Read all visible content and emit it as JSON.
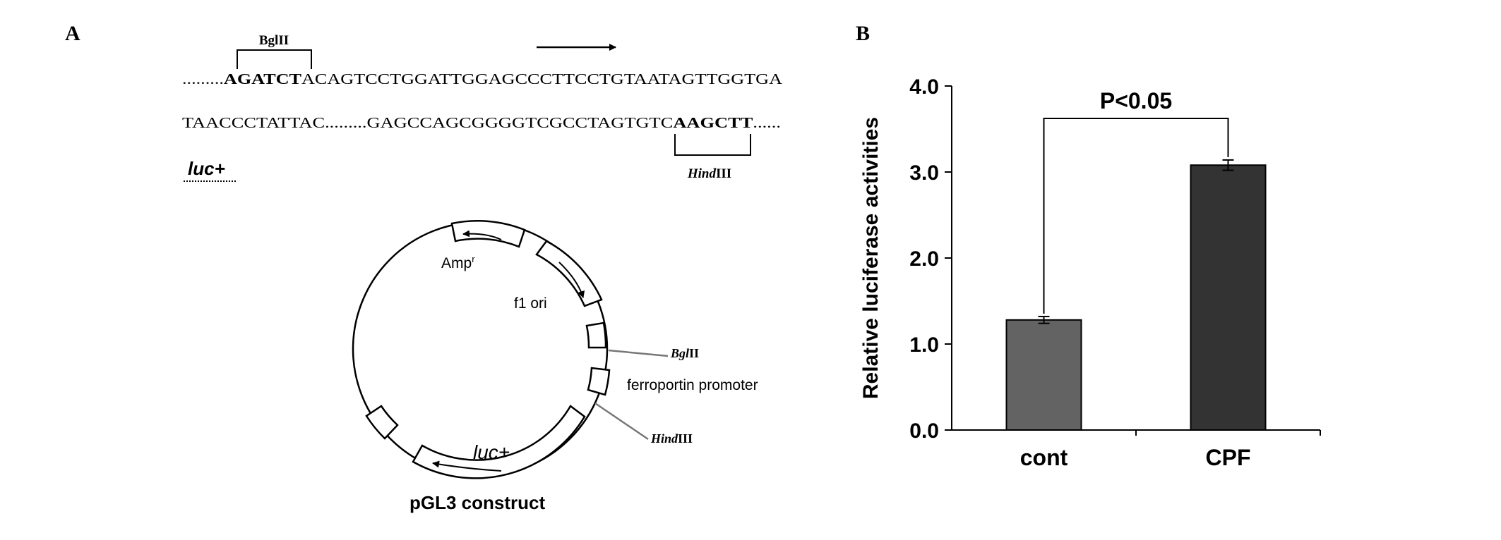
{
  "panel_a": {
    "label": "A",
    "sequence": {
      "line1_prefix": ".........",
      "line1_bold": "AGATCT",
      "line1_rest": "ACAGTCCTGGATTGGAGCCCTTCCTGTAATAGTTGGTGA",
      "line2_start": "TAACCCTATTAC.........GAGCCAGCGGGGTCGCCTAGTGTC",
      "line2_bold": "AAGCTT",
      "line2_end": "......",
      "bglII_label": "BglII",
      "hindIII_italic": "Hind",
      "hindIII_roman": "III",
      "luc_label": "luc+"
    },
    "plasmid": {
      "amp_label": "Amp",
      "amp_sup": "r",
      "f1_label": "f1 ori",
      "bglII_italic": "Bgl",
      "bglII_roman": "II",
      "promoter_label": "ferroportin promoter",
      "hindIII_italic": "Hind",
      "hindIII_roman": "III",
      "luc_label": "luc+",
      "construct_label": "pGL3 construct"
    }
  },
  "panel_b": {
    "label": "B",
    "significance_label": "P<0.05",
    "colors": {
      "cont": "#636363",
      "CPF": "#333333",
      "axis": "#000000"
    }
  },
  "chart_data": {
    "type": "bar",
    "categories": [
      "cont",
      "CPF"
    ],
    "values": [
      1.28,
      3.08
    ],
    "errors": [
      0.04,
      0.06
    ],
    "title": "",
    "xlabel": "",
    "ylabel": "Relative luciferase activities",
    "ylim": [
      0,
      4
    ],
    "yticks": [
      "0.0",
      "1.0",
      "2.0",
      "3.0",
      "4.0"
    ],
    "grid": false,
    "annotation": "P<0.05"
  }
}
